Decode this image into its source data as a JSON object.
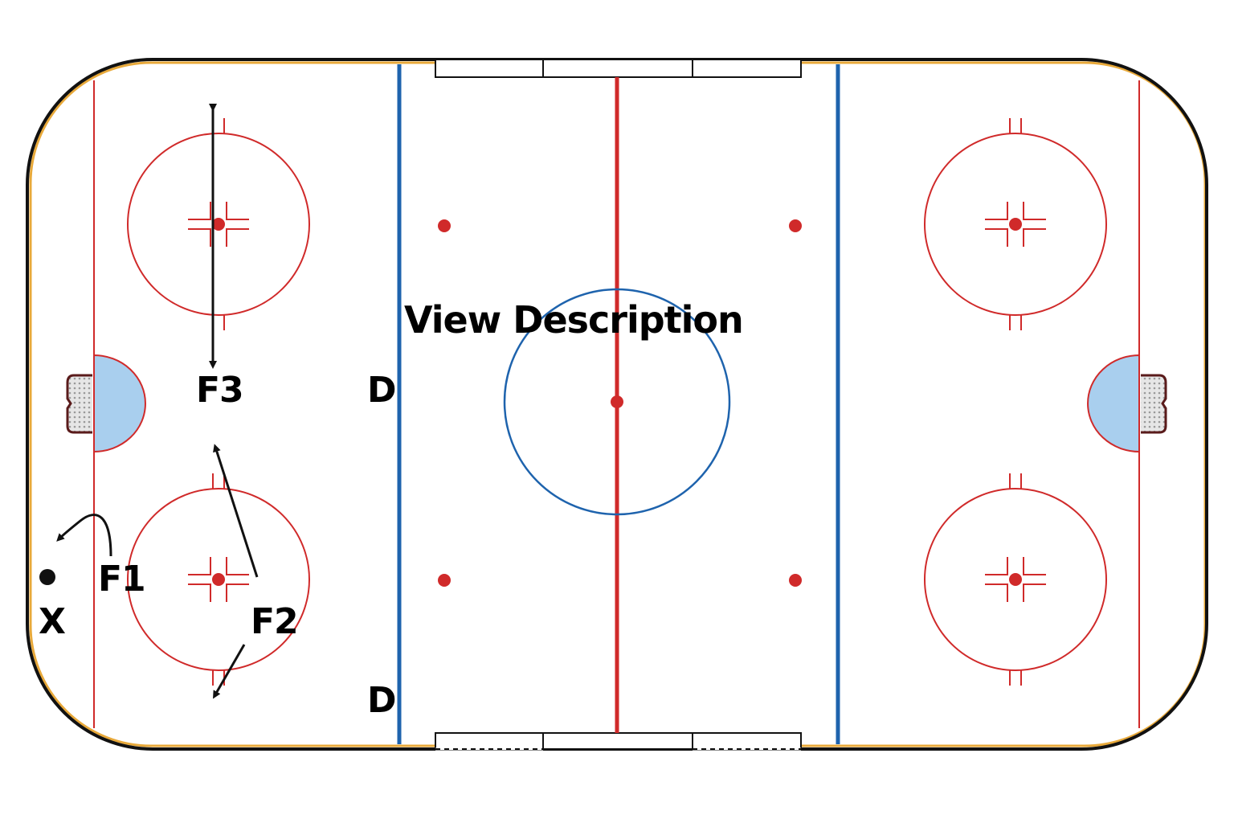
{
  "diagram": {
    "title": "View Description",
    "players": {
      "f1": "F1",
      "f2": "F2",
      "f3": "F3",
      "d_top": "D",
      "d_bottom": "D",
      "x": "X"
    }
  },
  "colors": {
    "boards": "#111111",
    "kickplate": "#e8a93a",
    "red_line": "#d02a2a",
    "red_circle": "#d02a2a",
    "blue_line": "#1e63ad",
    "center_circle": "#1e63ad",
    "crease": "#a9cfee",
    "goal_net": "#cccccc",
    "arrow": "#111111"
  }
}
